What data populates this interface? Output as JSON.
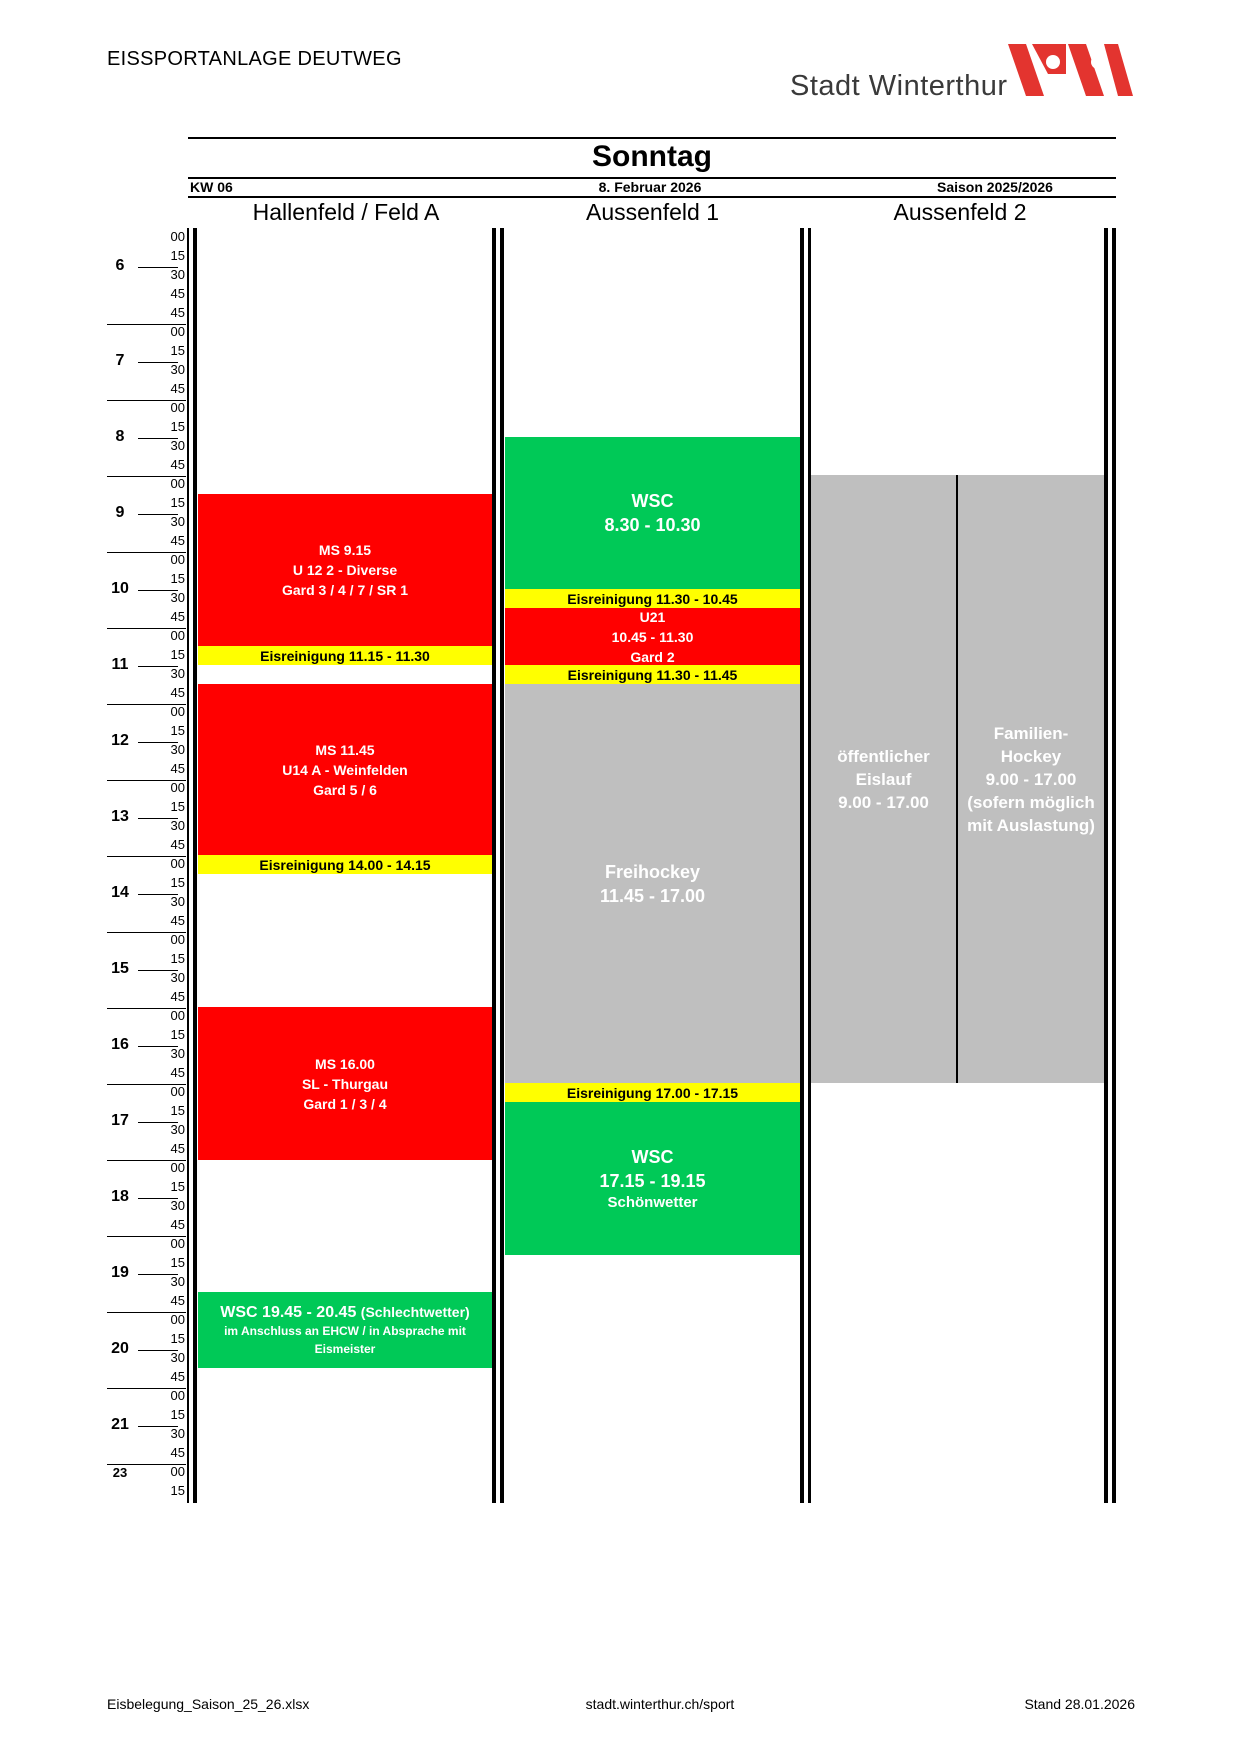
{
  "header": {
    "facility": "EISSPORTANLAGE DEUTWEG",
    "logo_text": "Stadt Winterthur",
    "day": "Sonntag",
    "week": "KW 06",
    "date": "8. Februar 2026",
    "season": "Saison 2025/2026"
  },
  "columns": [
    "Hallenfeld / Feld A",
    "Aussenfeld 1",
    "Aussenfeld 2"
  ],
  "time_axis": {
    "hours": [
      "6",
      "7",
      "8",
      "9",
      "10",
      "11",
      "12",
      "13",
      "14",
      "15",
      "16",
      "17",
      "18",
      "19",
      "20",
      "21",
      "23"
    ],
    "minutes": [
      "00",
      "15",
      "30",
      "45",
      "45",
      "00",
      "15",
      "30",
      "45",
      "00",
      "15",
      "30",
      "45",
      "00",
      "15",
      "30",
      "45",
      "00",
      "15",
      "30",
      "45",
      "00",
      "15",
      "30",
      "45",
      "00",
      "15",
      "30",
      "45",
      "00",
      "15",
      "30",
      "45",
      "00",
      "15",
      "30",
      "45",
      "00",
      "15",
      "30",
      "45",
      "00",
      "15",
      "30",
      "45",
      "00",
      "15",
      "30",
      "45",
      "00",
      "15",
      "30",
      "45",
      "00",
      "15",
      "30",
      "45",
      "00",
      "15",
      "30",
      "45",
      "00",
      "15",
      "30",
      "45",
      "00",
      "15",
      "30",
      "45",
      "00",
      "15",
      "30",
      "45",
      "00",
      "15",
      "30",
      "45",
      "00",
      "15",
      "30",
      "45",
      "00",
      "15",
      "30",
      "45",
      "00",
      "15",
      "30",
      "45",
      "00",
      "15",
      "30",
      "45",
      "00",
      "15",
      "30",
      "45",
      "00",
      "15",
      "30",
      "45",
      "00",
      "15",
      "30",
      "45",
      "00",
      "15",
      "30",
      "45",
      "00",
      "15",
      "30",
      "45",
      "00",
      "15",
      "30",
      "45",
      "00",
      "15",
      "30",
      "45",
      "00",
      "15",
      "30",
      "45",
      "00",
      "15",
      "30",
      "45",
      "00",
      "15",
      "30",
      "45",
      "00",
      "15",
      "30",
      "45",
      "00",
      "15",
      "30",
      "45",
      "00",
      "15",
      "30",
      "45",
      "00",
      "15",
      "30",
      "45",
      "00",
      "15",
      "30",
      "45",
      "00",
      "15",
      "30",
      "45",
      "00",
      "15",
      "30",
      "45",
      "00",
      "15",
      "30",
      "45",
      "00",
      "15",
      "30",
      "45",
      "00",
      "15",
      "30",
      "45",
      "00",
      "15",
      "30",
      "45",
      "00",
      "15",
      "30",
      "45",
      "00",
      "15",
      "30",
      "45",
      "00",
      "15",
      "30",
      "45",
      "00",
      "15",
      "30",
      "45",
      "00",
      "15",
      "30",
      "45",
      "00",
      "15",
      "30",
      "45",
      "00",
      "15",
      "30",
      "45",
      "00",
      "15",
      "30",
      "45",
      "00",
      "15",
      "30",
      "45",
      "00",
      "15",
      "30",
      "45",
      "00",
      "15",
      "30",
      "45",
      "00",
      "15",
      "30",
      "45",
      "00",
      "15",
      "30",
      "45",
      "00",
      "15",
      "30",
      "45",
      "00",
      "15",
      "30",
      "45",
      "00",
      "15",
      "30",
      "45",
      "00",
      "15",
      "30",
      "45",
      "00",
      "15",
      "30",
      "45",
      "00",
      "15",
      "30",
      "45",
      "00",
      "15",
      "30",
      "45",
      "00",
      "15",
      "30",
      "45",
      "00",
      "15",
      "30",
      "45",
      "00",
      "15"
    ]
  },
  "colors": {
    "match": "#ff0000",
    "training": "#00c957",
    "cleaning": "#ffff00",
    "public": "#bfbfbf"
  },
  "bookings": {
    "a_ms915": [
      "MS 9.15",
      "U 12 2 - Diverse",
      "Gard 3 / 4 / 7 / SR 1"
    ],
    "a_clean1": "Eisreinigung 11.15 - 11.30",
    "a_ms1145": [
      "MS 11.45",
      "U14 A - Weinfelden",
      "Gard 5 / 6"
    ],
    "a_clean2": "Eisreinigung 14.00 - 14.15",
    "a_ms1600": [
      "MS 16.00",
      "SL - Thurgau",
      "Gard 1 / 3 / 4"
    ],
    "a_wsc": [
      "WSC 19.45 - 20.45",
      "(Schlechtwetter)",
      "im Anschluss an EHCW / in Absprache mit",
      "Eismeister"
    ],
    "b_wsc1": [
      "WSC",
      "8.30 - 10.30"
    ],
    "b_clean1": "Eisreinigung 11.30 - 10.45",
    "b_u21": [
      "U21",
      "10.45 - 11.30",
      "Gard 2"
    ],
    "b_clean2": "Eisreinigung 11.30 - 11.45",
    "b_frei": [
      "Freihockey",
      "11.45 - 17.00"
    ],
    "b_clean3": "Eisreinigung 17.00 - 17.15",
    "b_wsc2": [
      "WSC",
      "17.15 - 19.15",
      "Schönwetter"
    ],
    "c_public": [
      "öffentlicher",
      "Eislauf",
      "9.00 - 17.00"
    ],
    "c_family": [
      "Familien-",
      "Hockey",
      "9.00 - 17.00",
      "(sofern möglich",
      "mit Auslastung)"
    ]
  },
  "footer": {
    "file": "Eisbelegung_Saison_25_26.xlsx",
    "url": "stadt.winterthur.ch/sport",
    "stand": "Stand 28.01.2026"
  }
}
